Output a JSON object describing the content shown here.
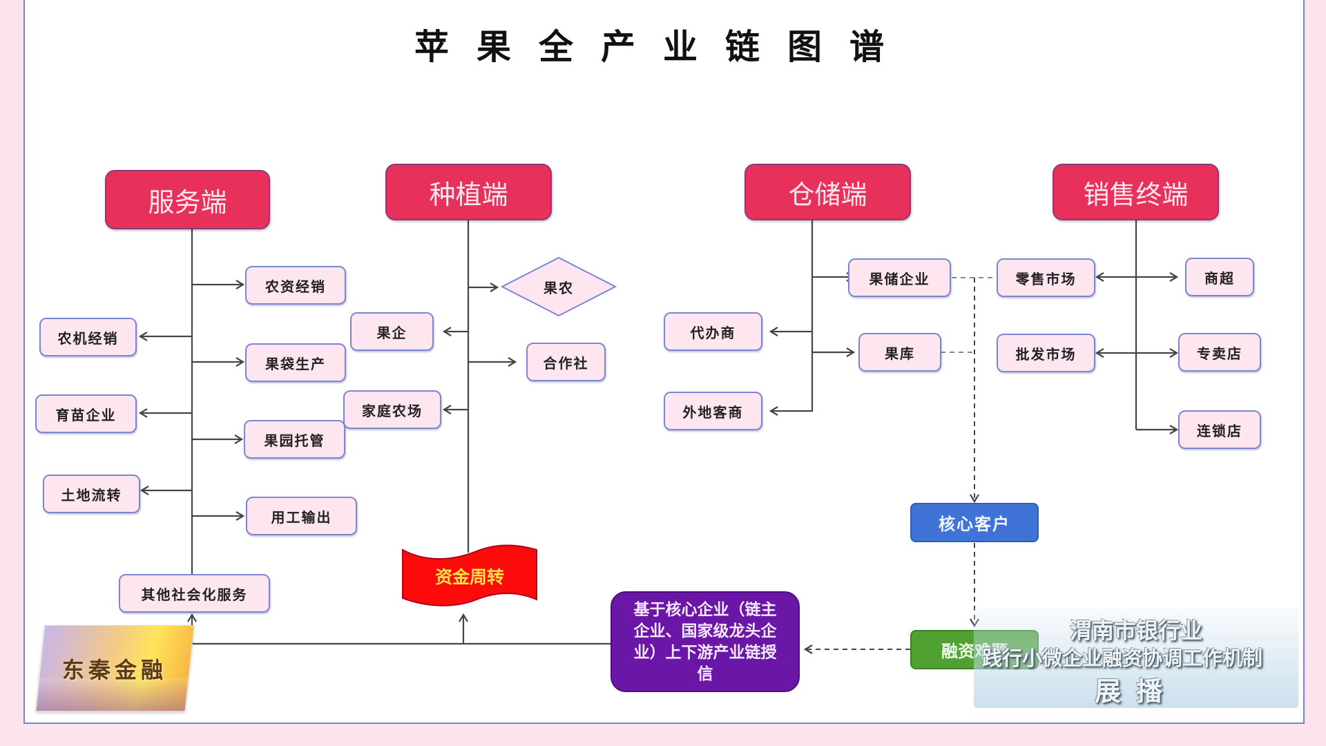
{
  "title": "苹果全产业链图谱",
  "colors": {
    "header_fill": "#e8315a",
    "node_fill": "#fde6ef",
    "node_border": "#7b86cf",
    "core_client_fill": "#3f73d6",
    "financing_problem_fill": "#4fa232",
    "credit_fill": "#6a16a6",
    "capital_flag_fill": "#ff0a0a",
    "capital_flag_text": "#ffe04a"
  },
  "segments": {
    "service": {
      "label": "服务端",
      "left_nodes": [
        "农机经销",
        "育苗企业",
        "土地流转"
      ],
      "right_nodes": [
        "农资经销",
        "果袋生产",
        "果园托管",
        "用工输出"
      ],
      "bottom_node": "其他社会化服务"
    },
    "planting": {
      "label": "种植端",
      "right_nodes": [
        "果农",
        "合作社"
      ],
      "left_nodes": [
        "果企",
        "家庭农场"
      ],
      "bottom_node": "资金周转"
    },
    "storage": {
      "label": "仓储端",
      "right_nodes": [
        "果储企业",
        "果库"
      ],
      "left_nodes": [
        "代办商",
        "外地客商"
      ]
    },
    "sales": {
      "label": "销售终端",
      "left_nodes": [
        "零售市场",
        "批发市场"
      ],
      "right_nodes": [
        "商超",
        "专卖店",
        "连锁店"
      ]
    }
  },
  "finance": {
    "core_client": "核心客户",
    "financing_problem": "融资难题",
    "credit_solution": "基于核心企业（链主企业、国家级龙头企业）上下游产业链授信"
  },
  "logo": {
    "text": "东秦金融"
  },
  "caption": {
    "line1": "渭南市银行业",
    "line2": "践行小微企业融资协调工作机制",
    "line3": "展播"
  }
}
